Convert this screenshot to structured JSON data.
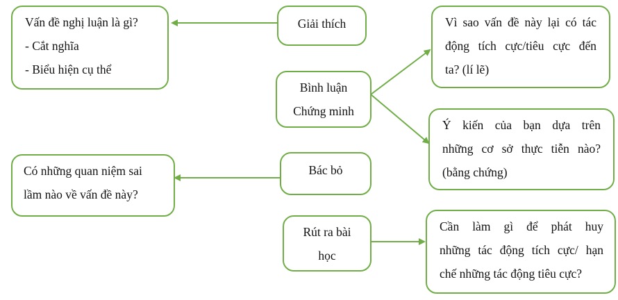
{
  "colors": {
    "border": "#70ad47",
    "arrow": "#70ad47"
  },
  "nodes": {
    "explain": {
      "label": "Giải thích"
    },
    "comment": {
      "lines": [
        "Bình luận",
        "Chứng minh"
      ]
    },
    "refute": {
      "label": "Bác bỏ"
    },
    "lesson": {
      "lines": [
        "Rút ra bài",
        "học"
      ]
    }
  },
  "details": {
    "explain": {
      "lines": [
        "Vấn đề nghị luận là gì?",
        "- Cắt nghĩa",
        "- Biểu hiện cụ thể"
      ]
    },
    "why": {
      "lines": [
        "Vì sao vấn đề này lại có tác",
        "động tích cực/tiêu cực đến",
        "ta? (lí lẽ)"
      ]
    },
    "evidence": {
      "lines": [
        "Ý kiến của bạn dựa trên",
        "những cơ sở thực tiễn nào?",
        "(bằng chứng)"
      ]
    },
    "refute": {
      "lines": [
        "Có những quan niệm sai",
        "lầm nào về vấn đề này?"
      ]
    },
    "lesson": {
      "lines": [
        "Cần làm gì để phát huy",
        "những tác động tích cực/ hạn",
        "chế những tác động tiêu cực?"
      ]
    }
  }
}
